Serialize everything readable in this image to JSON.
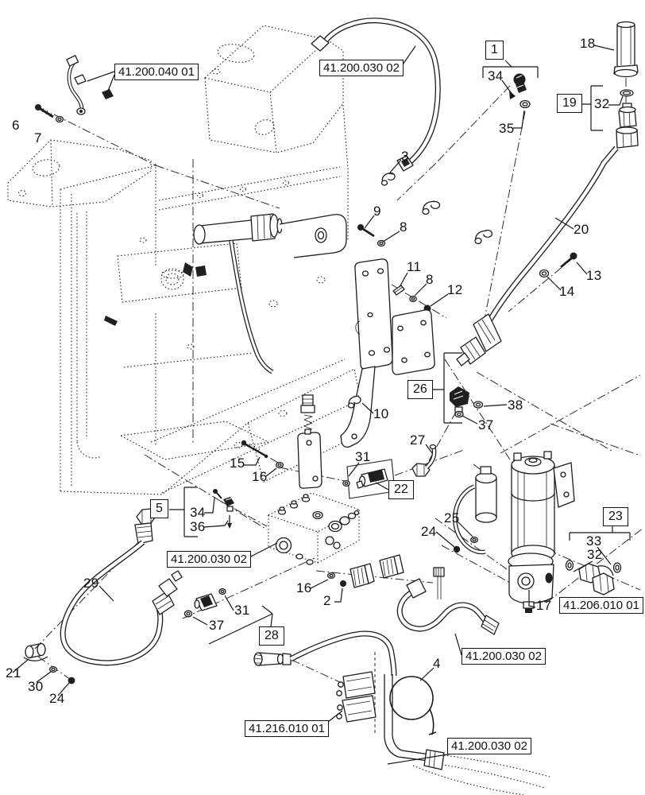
{
  "meta": {
    "description": "Exploded parts diagram - hydraulic pump, reservoir and hydraulic line installation",
    "background_color": "#ffffff",
    "line_color": "#1c1c1c"
  },
  "ref_boxes": [
    {
      "code": "41.200.040 01"
    },
    {
      "code": "41.200.030 02"
    },
    {
      "code": "41.200.030 02"
    },
    {
      "code": "41.200.030 02"
    },
    {
      "code": "41.200.030 02"
    },
    {
      "code": "41.206.010 01"
    },
    {
      "code": "41.216.010 01"
    }
  ],
  "group_boxes": [
    {
      "label": "1"
    },
    {
      "label": "19"
    },
    {
      "label": "26"
    },
    {
      "label": "22"
    },
    {
      "label": "5"
    },
    {
      "label": "23"
    },
    {
      "label": "28"
    }
  ],
  "callouts": [
    {
      "text": "6"
    },
    {
      "text": "7"
    },
    {
      "text": "18"
    },
    {
      "text": "34"
    },
    {
      "text": "35"
    },
    {
      "text": "32"
    },
    {
      "text": "3"
    },
    {
      "text": "9"
    },
    {
      "text": "8"
    },
    {
      "text": "20"
    },
    {
      "text": "11"
    },
    {
      "text": "8"
    },
    {
      "text": "12"
    },
    {
      "text": "13"
    },
    {
      "text": "14"
    },
    {
      "text": "10"
    },
    {
      "text": "38"
    },
    {
      "text": "37"
    },
    {
      "text": "27"
    },
    {
      "text": "31"
    },
    {
      "text": "15"
    },
    {
      "text": "16"
    },
    {
      "text": "34"
    },
    {
      "text": "36"
    },
    {
      "text": "25"
    },
    {
      "text": "24"
    },
    {
      "text": "33"
    },
    {
      "text": "32"
    },
    {
      "text": "17"
    },
    {
      "text": "16"
    },
    {
      "text": "2"
    },
    {
      "text": "29"
    },
    {
      "text": "31"
    },
    {
      "text": "37"
    },
    {
      "text": "21"
    },
    {
      "text": "30"
    },
    {
      "text": "24"
    },
    {
      "text": "4"
    }
  ]
}
